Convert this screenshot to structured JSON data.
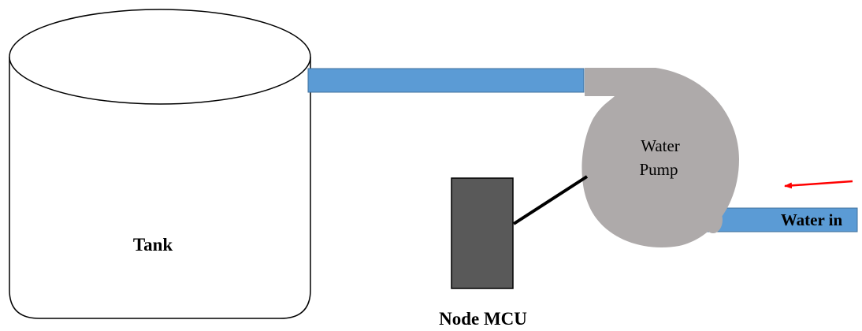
{
  "labels": {
    "tank": "Tank",
    "pump_line1": "Water",
    "pump_line2": "Pump",
    "water_in": "Water in",
    "node_mcu": "Node MCU"
  },
  "colors": {
    "pipe": "#5b9bd5",
    "pump": "#aeaaaa",
    "mcu": "#595959",
    "flow_arrow": "#ff0000",
    "outline": "#000000"
  },
  "icons": {
    "flow_direction": "arrow-left-icon"
  }
}
